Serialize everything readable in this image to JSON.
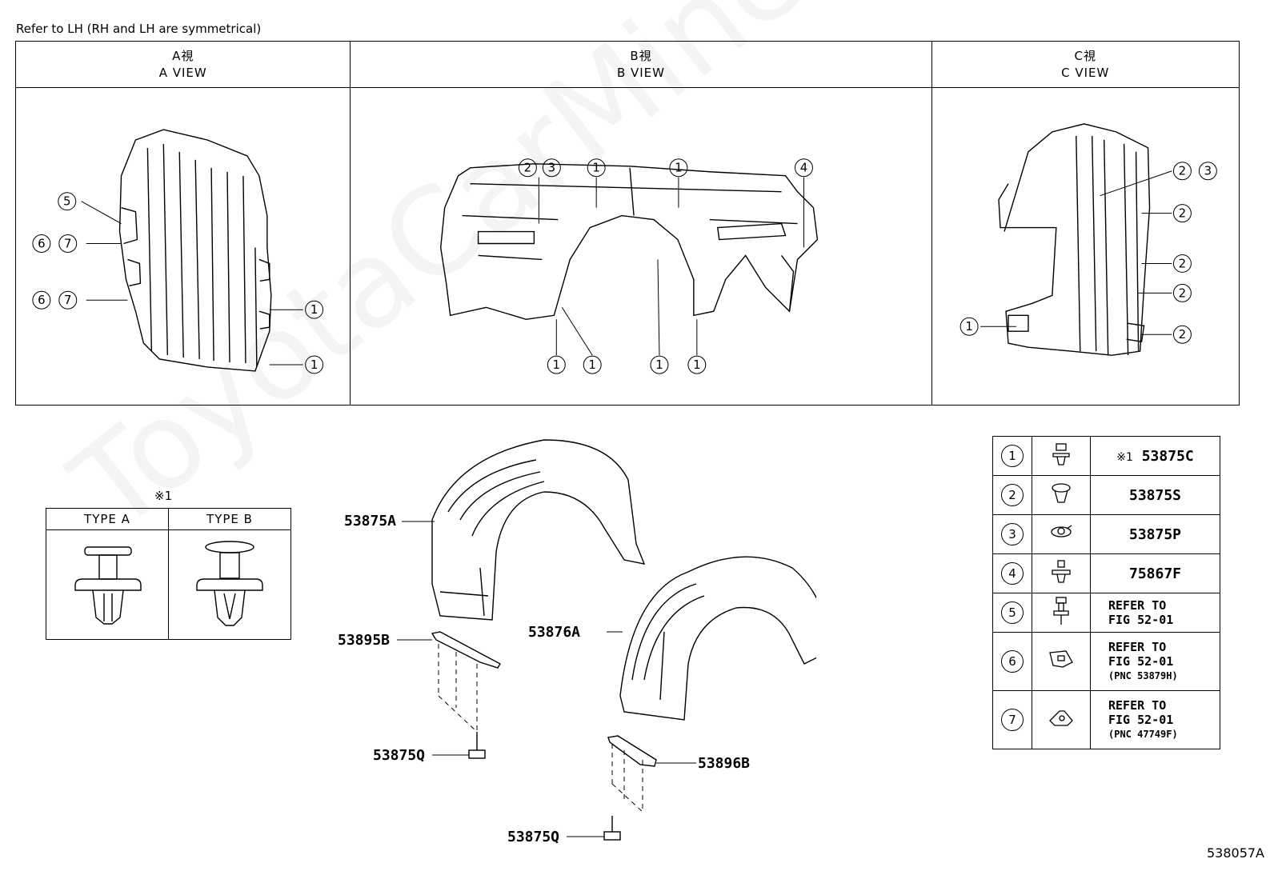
{
  "note": "Refer to LH (RH and LH are symmetrical)",
  "views": [
    {
      "jp": "A視",
      "en": "A VIEW"
    },
    {
      "jp": "B視",
      "en": "B VIEW"
    },
    {
      "jp": "C視",
      "en": "C VIEW"
    }
  ],
  "callouts": {
    "n1": "1",
    "n2": "2",
    "n3": "3",
    "n4": "4",
    "n5": "5",
    "n6": "6",
    "n7": "7"
  },
  "part_labels": {
    "p53875A": "53875A",
    "p53876A": "53876A",
    "p53895B": "53895B",
    "p53896B": "53896B",
    "p53875Q_a": "53875Q",
    "p53875Q_b": "53875Q"
  },
  "type_table": {
    "mark": "※1",
    "type_a": "TYPE A",
    "type_b": "TYPE B"
  },
  "legend": [
    {
      "num": "1",
      "icon": "clip-icon",
      "prefix": "※1",
      "code": "53875C"
    },
    {
      "num": "2",
      "icon": "screw-grommet-icon",
      "code": "53875S"
    },
    {
      "num": "3",
      "icon": "bolt-washer-icon",
      "code": "53875P"
    },
    {
      "num": "4",
      "icon": "push-clip-icon",
      "code": "75867F"
    },
    {
      "num": "5",
      "icon": "rivet-icon",
      "ref1": "REFER TO",
      "ref2": "FIG 52-01"
    },
    {
      "num": "6",
      "icon": "nut-clip-icon",
      "ref1": "REFER TO",
      "ref2": "FIG 52-01",
      "ref3": "(PNC 53879H)"
    },
    {
      "num": "7",
      "icon": "clip-nut-icon",
      "ref1": "REFER TO",
      "ref2": "FIG 52-01",
      "ref3": "(PNC 47749F)"
    }
  ],
  "figure_code": "538057A",
  "watermark": "ToyotaCarMine.ru"
}
